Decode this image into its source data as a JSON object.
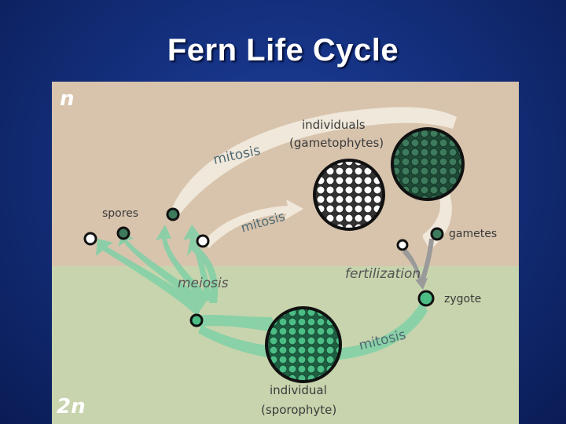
{
  "title": "Fern Life Cycle",
  "zones": {
    "haploid": "n",
    "diploid": "2n"
  },
  "labels": {
    "individuals": "individuals",
    "gametophytes": "(gametophytes)",
    "spores": "spores",
    "gametes": "gametes",
    "zygote": "zygote",
    "individual": "individual",
    "sporophyte": "(sporophyte)"
  },
  "processes": {
    "mitosis_top": "mitosis",
    "mitosis_middle": "mitosis",
    "meiosis": "meiosis",
    "fertilization": "fertilization",
    "mitosis_bottom": "mitosis"
  },
  "colors": {
    "haploid_zone": "#d8c4ad",
    "diploid_zone": "#c8d4ad",
    "cell_dark": "#3e7a5c",
    "cell_light": "#ffffff",
    "cell_mid": "#4bbd85"
  }
}
